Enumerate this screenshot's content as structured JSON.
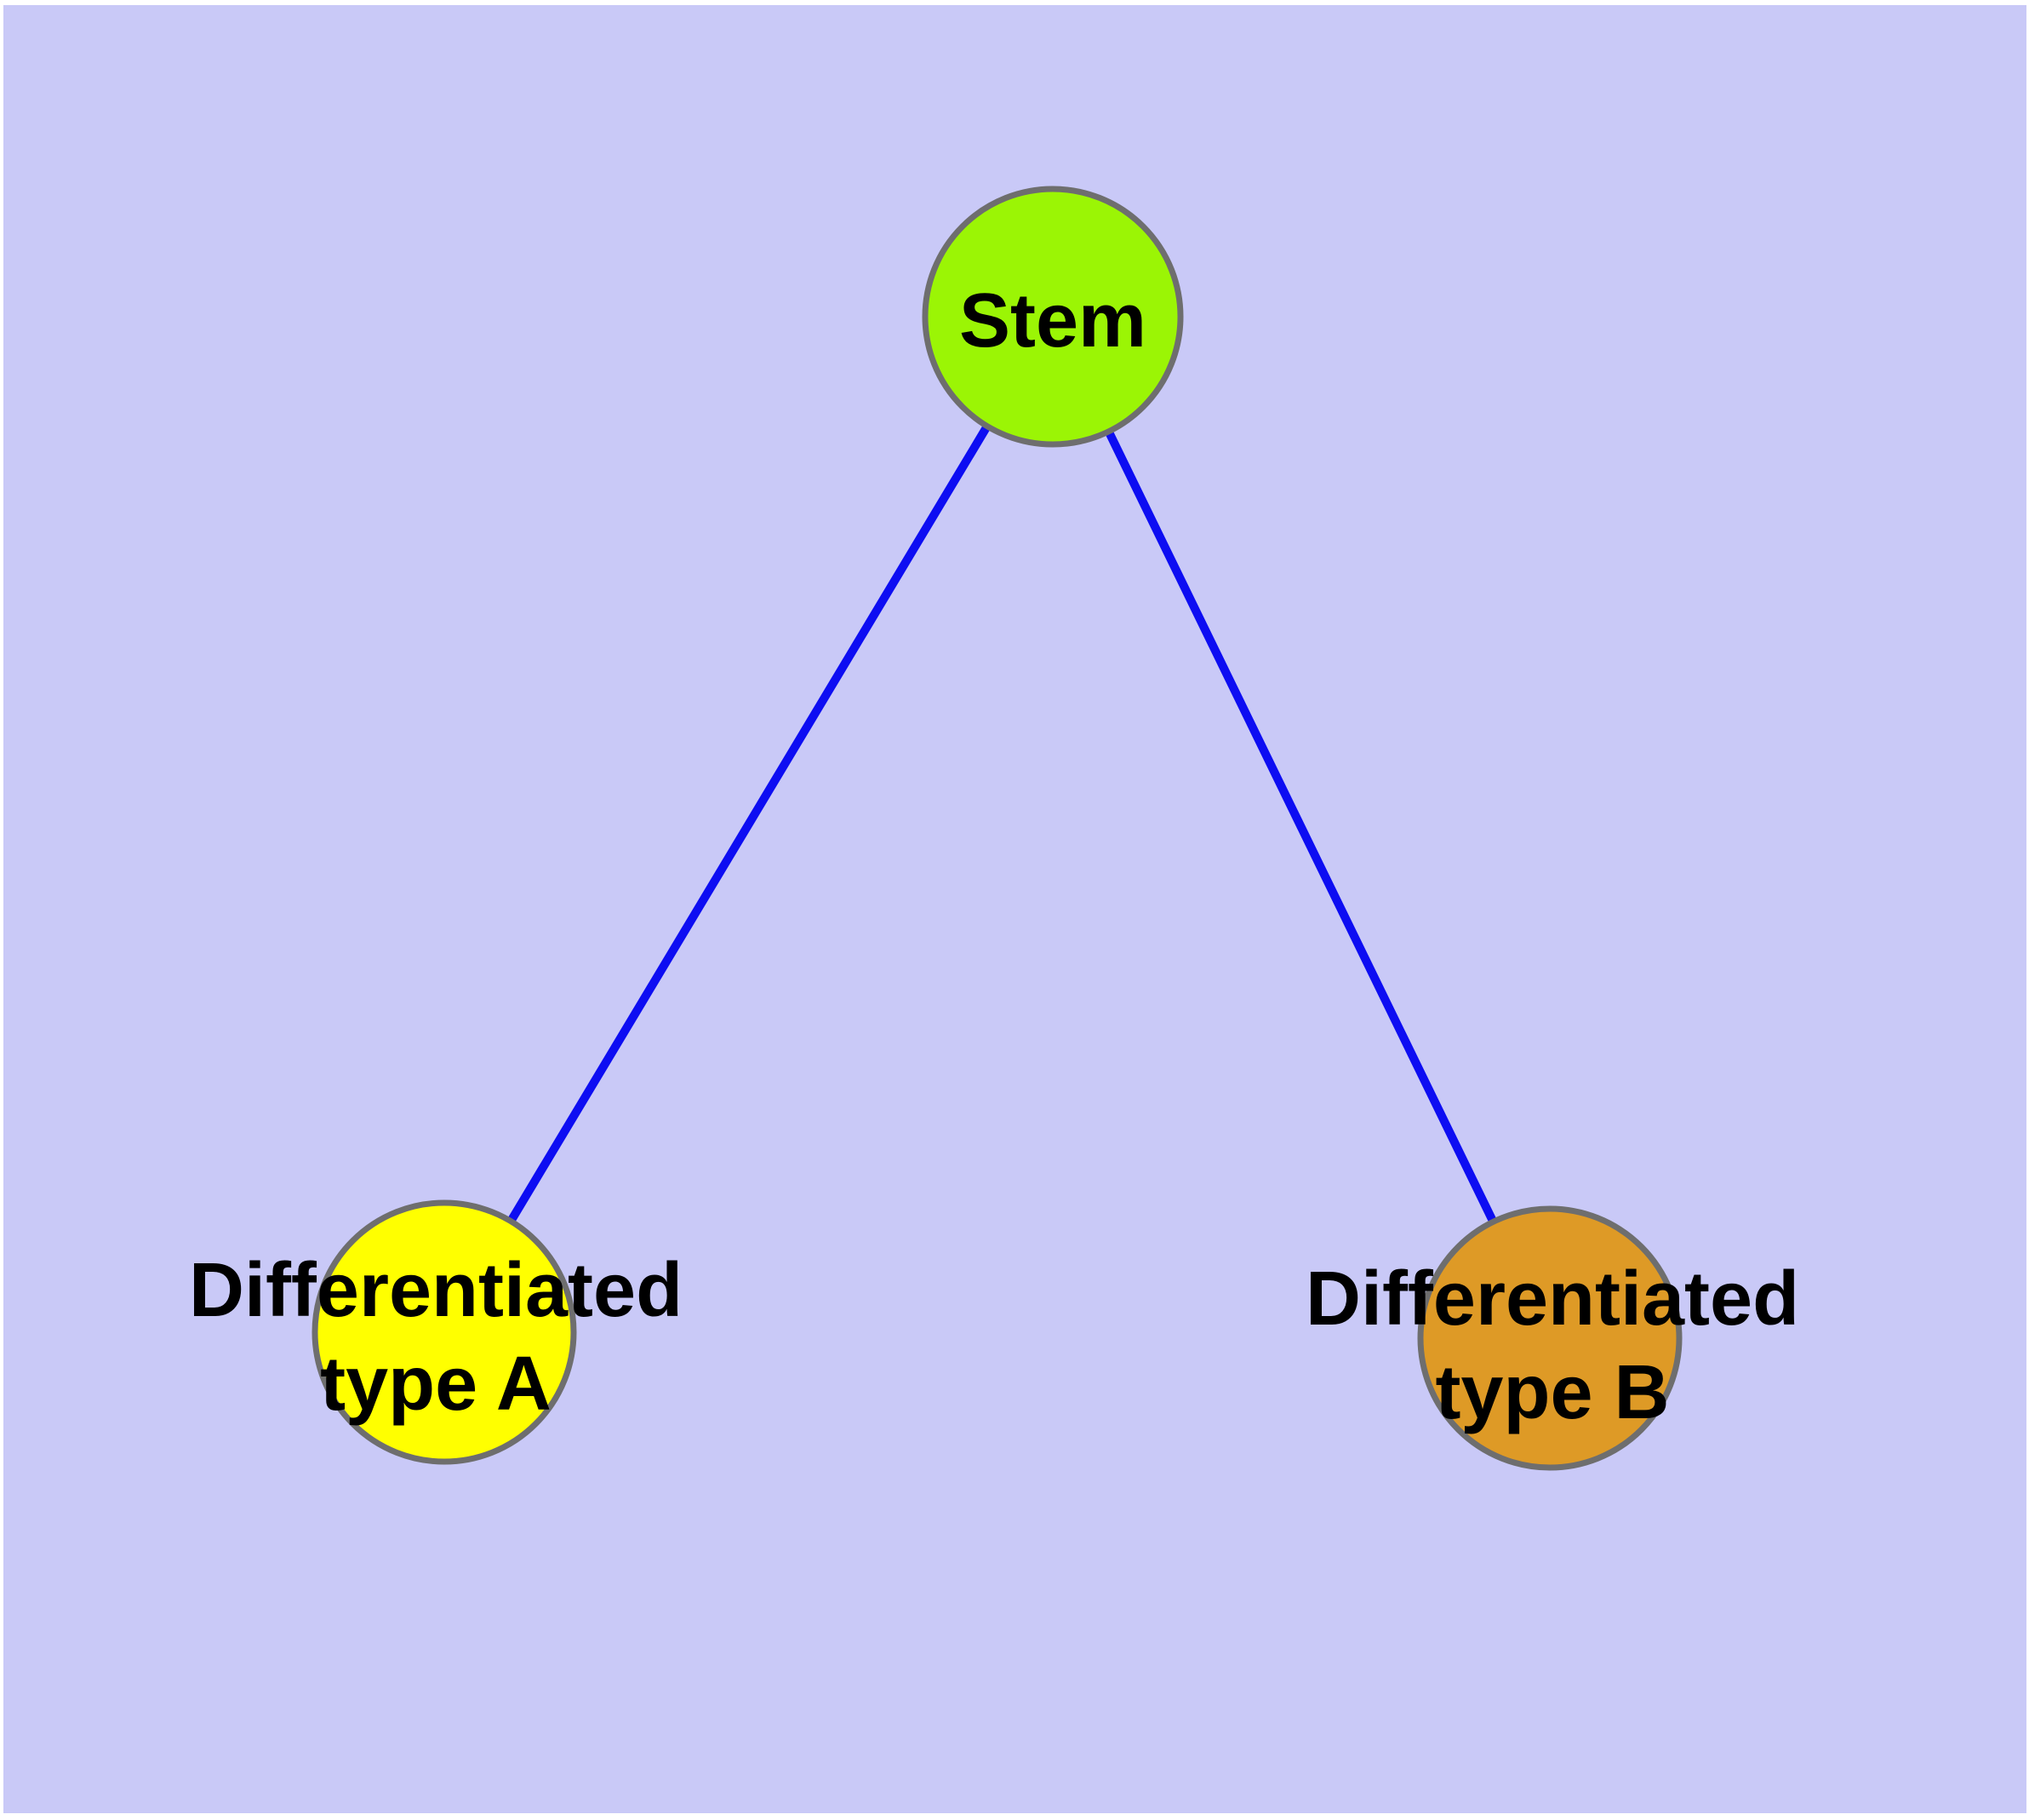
{
  "figure": {
    "type": "node-link-diagram",
    "background_color": "#C9C9F7",
    "frame_color": "#FFFFFF",
    "text_color": "#000000",
    "node_border_color": "#6E6E6E",
    "edge_color": "#0D0DF2"
  },
  "graph": {
    "nodes": [
      {
        "id": "stem",
        "label": "Stem",
        "fill_color": "#9BF505",
        "border_color": "#6E6E6E"
      },
      {
        "id": "differentiated-type-a",
        "label": "Differentiated\ntype A",
        "fill_color": "#FFFF00",
        "border_color": "#6E6E6E"
      },
      {
        "id": "differentiated-type-b",
        "label": "Differentiated\ntype B",
        "fill_color": "#DE9A26",
        "border_color": "#6E6E6E"
      }
    ],
    "edges": [
      {
        "from": "stem",
        "to": "differentiated-type-a",
        "color": "#0D0DF2"
      },
      {
        "from": "stem",
        "to": "differentiated-type-b",
        "color": "#0D0DF2"
      }
    ]
  }
}
